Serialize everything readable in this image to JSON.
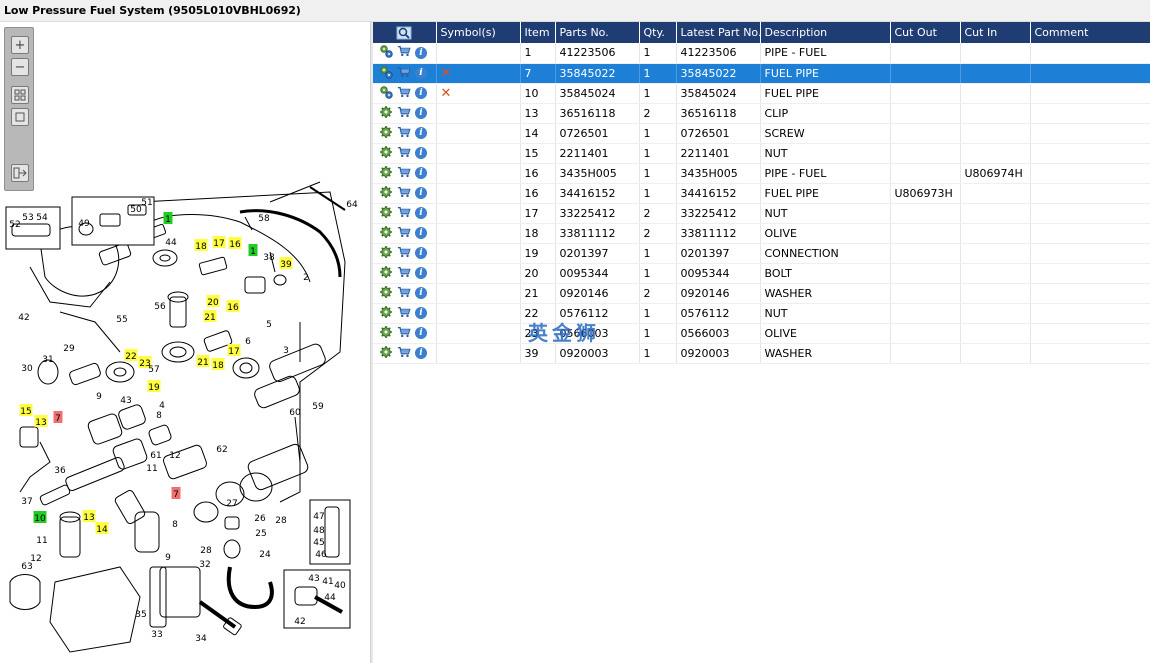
{
  "window": {
    "title": "Low Pressure Fuel System (9505L010VBHL0692)"
  },
  "toolbar": {
    "zoom_in": "+",
    "zoom_out": "−"
  },
  "table": {
    "columns": [
      "",
      "Symbol(s)",
      "Item",
      "Parts No.",
      "Qty.",
      "Latest Part No.",
      "Description",
      "Cut Out",
      "Cut In",
      "Comment"
    ],
    "rows": [
      {
        "item": "1",
        "part": "41223506",
        "qty": "1",
        "latest": "41223506",
        "desc": "PIPE - FUEL",
        "cut_out": "",
        "cut_in": "",
        "comment": "",
        "symbol": "",
        "variant": "multi",
        "selected": false
      },
      {
        "item": "7",
        "part": "35845022",
        "qty": "1",
        "latest": "35845022",
        "desc": "FUEL PIPE",
        "cut_out": "",
        "cut_in": "",
        "comment": "",
        "symbol": "✕",
        "variant": "multi",
        "selected": true
      },
      {
        "item": "10",
        "part": "35845024",
        "qty": "1",
        "latest": "35845024",
        "desc": "FUEL PIPE",
        "cut_out": "",
        "cut_in": "",
        "comment": "",
        "symbol": "✕",
        "variant": "multi",
        "selected": false
      },
      {
        "item": "13",
        "part": "36516118",
        "qty": "2",
        "latest": "36516118",
        "desc": "CLIP",
        "cut_out": "",
        "cut_in": "",
        "comment": "",
        "symbol": "",
        "variant": "single",
        "selected": false
      },
      {
        "item": "14",
        "part": "0726501",
        "qty": "1",
        "latest": "0726501",
        "desc": "SCREW",
        "cut_out": "",
        "cut_in": "",
        "comment": "",
        "symbol": "",
        "variant": "single",
        "selected": false
      },
      {
        "item": "15",
        "part": "2211401",
        "qty": "1",
        "latest": "2211401",
        "desc": "NUT",
        "cut_out": "",
        "cut_in": "",
        "comment": "",
        "symbol": "",
        "variant": "single",
        "selected": false
      },
      {
        "item": "16",
        "part": "3435H005",
        "qty": "1",
        "latest": "3435H005",
        "desc": "PIPE - FUEL",
        "cut_out": "",
        "cut_in": "U806974H",
        "comment": "",
        "symbol": "",
        "variant": "single",
        "selected": false
      },
      {
        "item": "16",
        "part": "34416152",
        "qty": "1",
        "latest": "34416152",
        "desc": "FUEL PIPE",
        "cut_out": "U806973H",
        "cut_in": "",
        "comment": "",
        "symbol": "",
        "variant": "single",
        "selected": false
      },
      {
        "item": "17",
        "part": "33225412",
        "qty": "2",
        "latest": "33225412",
        "desc": "NUT",
        "cut_out": "",
        "cut_in": "",
        "comment": "",
        "symbol": "",
        "variant": "single",
        "selected": false
      },
      {
        "item": "18",
        "part": "33811112",
        "qty": "2",
        "latest": "33811112",
        "desc": "OLIVE",
        "cut_out": "",
        "cut_in": "",
        "comment": "",
        "symbol": "",
        "variant": "single",
        "selected": false
      },
      {
        "item": "19",
        "part": "0201397",
        "qty": "1",
        "latest": "0201397",
        "desc": "CONNECTION",
        "cut_out": "",
        "cut_in": "",
        "comment": "",
        "symbol": "",
        "variant": "single",
        "selected": false
      },
      {
        "item": "20",
        "part": "0095344",
        "qty": "1",
        "latest": "0095344",
        "desc": "BOLT",
        "cut_out": "",
        "cut_in": "",
        "comment": "",
        "symbol": "",
        "variant": "single",
        "selected": false
      },
      {
        "item": "21",
        "part": "0920146",
        "qty": "2",
        "latest": "0920146",
        "desc": "WASHER",
        "cut_out": "",
        "cut_in": "",
        "comment": "",
        "symbol": "",
        "variant": "single",
        "selected": false
      },
      {
        "item": "22",
        "part": "0576112",
        "qty": "1",
        "latest": "0576112",
        "desc": "NUT",
        "cut_out": "",
        "cut_in": "",
        "comment": "",
        "symbol": "",
        "variant": "single",
        "selected": false
      },
      {
        "item": "23",
        "part": "0566003",
        "qty": "1",
        "latest": "0566003",
        "desc": "OLIVE",
        "cut_out": "",
        "cut_in": "",
        "comment": "",
        "symbol": "",
        "variant": "single",
        "selected": false
      },
      {
        "item": "39",
        "part": "0920003",
        "qty": "1",
        "latest": "0920003",
        "desc": "WASHER",
        "cut_out": "",
        "cut_in": "",
        "comment": "",
        "symbol": "",
        "variant": "single",
        "selected": false
      }
    ]
  },
  "diagram": {
    "callouts": [
      {
        "t": "51",
        "hl": ""
      },
      {
        "t": "50",
        "hl": ""
      },
      {
        "t": "49",
        "hl": ""
      },
      {
        "t": "1",
        "hl": "green"
      },
      {
        "t": "44",
        "hl": ""
      },
      {
        "t": "53",
        "hl": ""
      },
      {
        "t": "54",
        "hl": ""
      },
      {
        "t": "52",
        "hl": ""
      },
      {
        "t": "58",
        "hl": ""
      },
      {
        "t": "64",
        "hl": ""
      },
      {
        "t": "18",
        "hl": "yellow"
      },
      {
        "t": "17",
        "hl": "yellow"
      },
      {
        "t": "16",
        "hl": "yellow"
      },
      {
        "t": "1",
        "hl": "green"
      },
      {
        "t": "38",
        "hl": ""
      },
      {
        "t": "39",
        "hl": "yellow"
      },
      {
        "t": "2",
        "hl": ""
      },
      {
        "t": "20",
        "hl": "yellow"
      },
      {
        "t": "56",
        "hl": ""
      },
      {
        "t": "16",
        "hl": "yellow"
      },
      {
        "t": "42",
        "hl": ""
      },
      {
        "t": "55",
        "hl": ""
      },
      {
        "t": "21",
        "hl": "yellow"
      },
      {
        "t": "5",
        "hl": ""
      },
      {
        "t": "31",
        "hl": ""
      },
      {
        "t": "29",
        "hl": ""
      },
      {
        "t": "22",
        "hl": "yellow"
      },
      {
        "t": "23",
        "hl": "yellow"
      },
      {
        "t": "21",
        "hl": "yellow"
      },
      {
        "t": "18",
        "hl": "yellow"
      },
      {
        "t": "17",
        "hl": "yellow"
      },
      {
        "t": "6",
        "hl": ""
      },
      {
        "t": "3",
        "hl": ""
      },
      {
        "t": "30",
        "hl": ""
      },
      {
        "t": "57",
        "hl": ""
      },
      {
        "t": "19",
        "hl": "yellow"
      },
      {
        "t": "4",
        "hl": ""
      },
      {
        "t": "9",
        "hl": ""
      },
      {
        "t": "43",
        "hl": ""
      },
      {
        "t": "15",
        "hl": "yellow"
      },
      {
        "t": "13",
        "hl": "yellow"
      },
      {
        "t": "7",
        "hl": "red"
      },
      {
        "t": "8",
        "hl": ""
      },
      {
        "t": "60",
        "hl": ""
      },
      {
        "t": "59",
        "hl": ""
      },
      {
        "t": "61",
        "hl": ""
      },
      {
        "t": "12",
        "hl": ""
      },
      {
        "t": "62",
        "hl": ""
      },
      {
        "t": "11",
        "hl": ""
      },
      {
        "t": "36",
        "hl": ""
      },
      {
        "t": "7",
        "hl": "red"
      },
      {
        "t": "37",
        "hl": ""
      },
      {
        "t": "10",
        "hl": "green"
      },
      {
        "t": "13",
        "hl": "yellow"
      },
      {
        "t": "14",
        "hl": "yellow"
      },
      {
        "t": "8",
        "hl": ""
      },
      {
        "t": "27",
        "hl": ""
      },
      {
        "t": "26",
        "hl": ""
      },
      {
        "t": "28",
        "hl": ""
      },
      {
        "t": "47",
        "hl": ""
      },
      {
        "t": "48",
        "hl": ""
      },
      {
        "t": "45",
        "hl": ""
      },
      {
        "t": "46",
        "hl": ""
      },
      {
        "t": "25",
        "hl": ""
      },
      {
        "t": "11",
        "hl": ""
      },
      {
        "t": "28",
        "hl": ""
      },
      {
        "t": "24",
        "hl": ""
      },
      {
        "t": "12",
        "hl": ""
      },
      {
        "t": "9",
        "hl": ""
      },
      {
        "t": "32",
        "hl": ""
      },
      {
        "t": "63",
        "hl": ""
      },
      {
        "t": "35",
        "hl": ""
      },
      {
        "t": "43",
        "hl": ""
      },
      {
        "t": "41",
        "hl": ""
      },
      {
        "t": "40",
        "hl": ""
      },
      {
        "t": "44",
        "hl": ""
      },
      {
        "t": "33",
        "hl": ""
      },
      {
        "t": "34",
        "hl": ""
      },
      {
        "t": "42",
        "hl": ""
      }
    ]
  },
  "watermark": "英金狮",
  "colors": {
    "header": "#1f3c73",
    "selected": "#1e7fd6",
    "highlight_yellow": "#ffff40",
    "highlight_green": "#22cc22",
    "highlight_red": "#f07070"
  }
}
